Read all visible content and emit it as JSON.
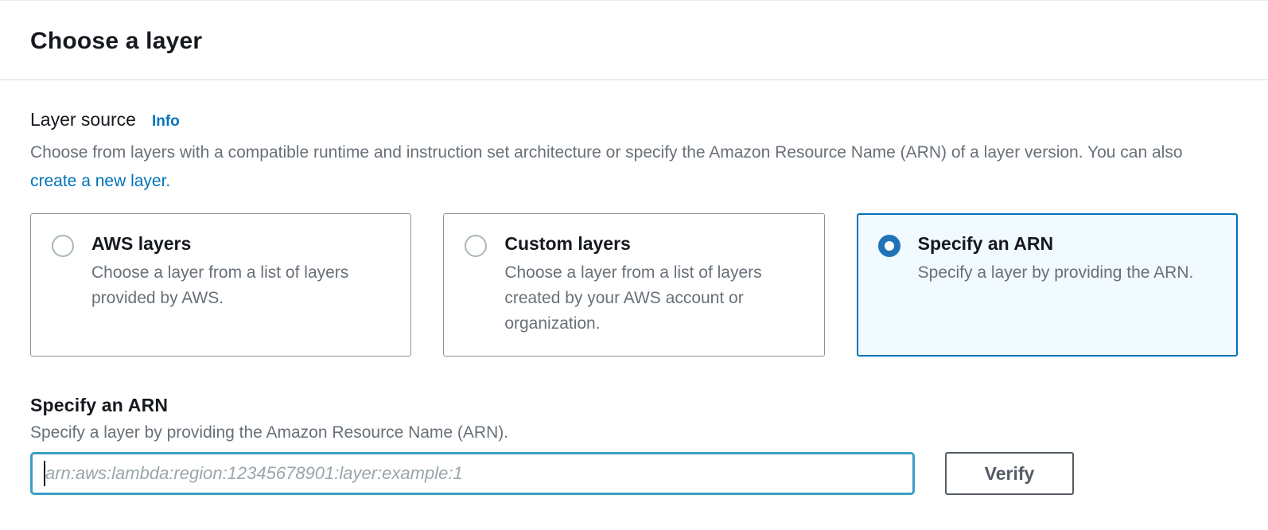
{
  "header": {
    "title": "Choose a layer"
  },
  "layer_source": {
    "label": "Layer source",
    "info_link_label": "Info",
    "description_before_link": "Choose from layers with a compatible runtime and instruction set architecture or specify the Amazon Resource Name (ARN) of a layer version. You can also ",
    "create_layer_link_label": "create a new layer.",
    "options": [
      {
        "title": "AWS layers",
        "description": "Choose a layer from a list of layers provided by AWS.",
        "selected": false
      },
      {
        "title": "Custom layers",
        "description": "Choose a layer from a list of layers created by your AWS account or organization.",
        "selected": false
      },
      {
        "title": "Specify an ARN",
        "description": "Specify a layer by providing the ARN.",
        "selected": true
      }
    ]
  },
  "arn_section": {
    "label": "Specify an ARN",
    "description": "Specify a layer by providing the Amazon Resource Name (ARN).",
    "input_value": "",
    "input_placeholder": "arn:aws:lambda:region:12345678901:layer:example:1",
    "verify_button_label": "Verify"
  },
  "colors": {
    "heading_text": "#16191f",
    "secondary_text": "#687078",
    "link_blue": "#0073bb",
    "card_border": "#879596",
    "selected_card_border": "#0073bb",
    "selected_card_background": "#f1faff",
    "selected_radio": "#1f74b8",
    "input_focus_border": "#3a9fc4",
    "button_border_text": "#545b64",
    "divider": "#eaeded"
  }
}
